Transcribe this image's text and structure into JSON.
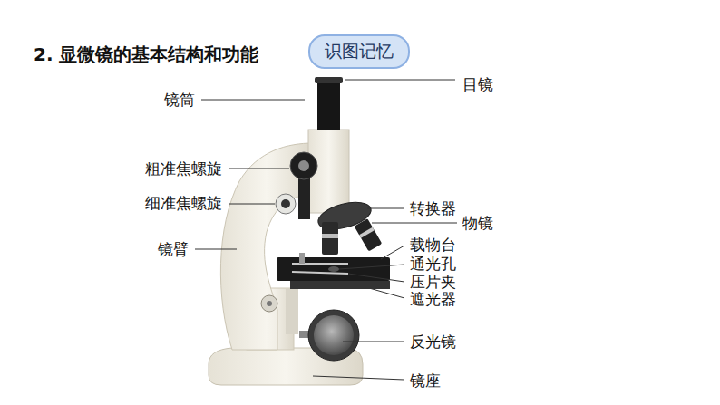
{
  "diagram": {
    "title": "2. 显微镜的基本结构和功能",
    "nodes": [
      {
        "text": [
          "识图记忆"
        ]
      }
    ],
    "labels": [
      "镜筒",
      "目镜",
      "粗准焦螺旋",
      "细准焦螺旋",
      "转换器",
      "物镜",
      "镜臂",
      "载物台",
      "通光孔",
      "压片夹",
      "遮光器",
      "反光镜",
      "镜座"
    ]
  }
}
